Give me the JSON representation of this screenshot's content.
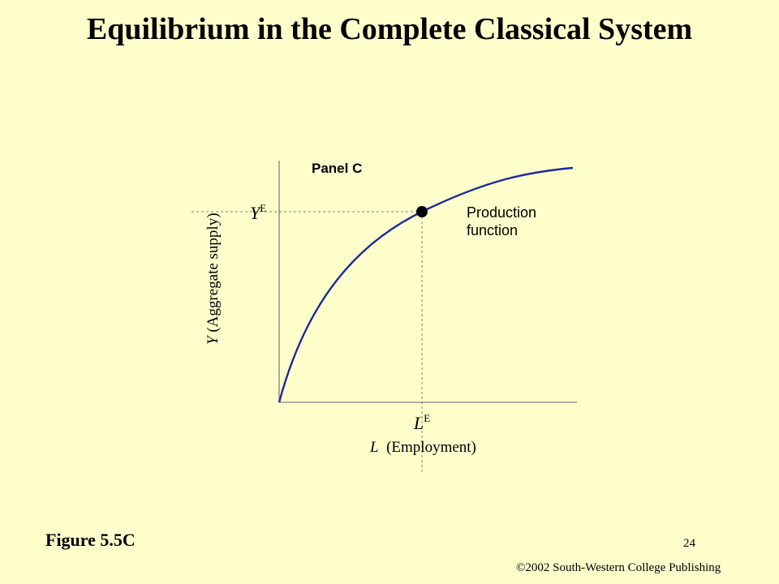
{
  "slide": {
    "title": "Equilibrium in the Complete Classical System",
    "figure_label": "Figure 5.5C",
    "page_number": "24",
    "copyright": "©2002 South-Western College Publishing"
  },
  "diagram": {
    "panel_label": "Panel C",
    "y_axis": {
      "variable": "Y",
      "description": " (Aggregate supply)"
    },
    "x_axis": {
      "variable": "L",
      "description": "  (Employment)"
    },
    "equilibrium_y": {
      "symbol": "Y",
      "superscript": "E"
    },
    "equilibrium_x": {
      "symbol": "L",
      "superscript": "E"
    },
    "curve_label_line1": "Production",
    "curve_label_line2": "function",
    "colors": {
      "background": "#ffffcc",
      "curve": "#1c2aa0",
      "axis": "#808080",
      "dashed": "#808080",
      "point": "#000000"
    }
  }
}
